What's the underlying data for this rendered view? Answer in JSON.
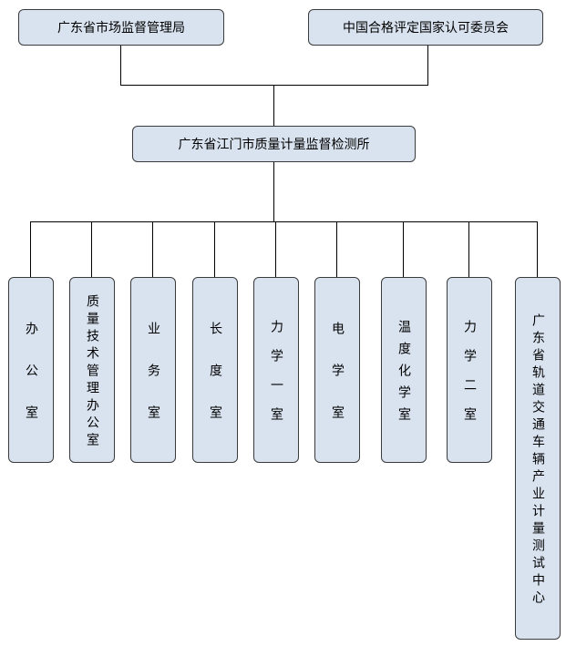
{
  "top": {
    "left": "广东省市场监督管理局",
    "right": "中国合格评定国家认可委员会"
  },
  "center": "广东省江门市质量计量监督检测所",
  "departments": [
    "办公室",
    "质量技术管理办公室",
    "业务室",
    "长度室",
    "力学一室",
    "电学室",
    "温度化学室",
    "力学二室",
    "广东省轨道交通车辆产业计量测试中心"
  ],
  "colors": {
    "box_fill": "#d9e3f0",
    "box_border": "#3b3b3b",
    "connector": "#000000"
  }
}
